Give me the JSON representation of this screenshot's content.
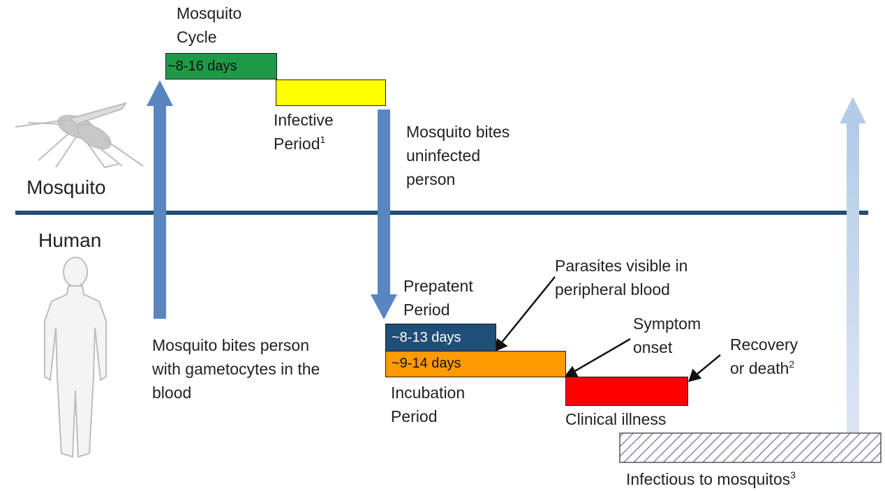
{
  "domain_labels": {
    "mosquito": "Mosquito",
    "human": "Human"
  },
  "mosquito_cycle": {
    "title": "Mosquito\nCycle",
    "green_box": "~8-16 days",
    "infective_label": "Infective\nPeriod",
    "infective_sup": "1",
    "bite_uninfected": "Mosquito bites\nuninfected\nperson"
  },
  "human_cycle": {
    "bite_gametocytes": "Mosquito bites person\nwith gametocytes in the\nblood",
    "prepatent_label": "Prepatent\nPeriod",
    "prepatent_box": "~8-13 days",
    "incubation_box": "~9-14 days",
    "incubation_label": "Incubation\nPeriod",
    "parasites_visible": "Parasites visible in\nperipheral blood",
    "symptom_onset": "Symptom\nonset",
    "recovery": "Recovery\nor death",
    "recovery_sup": "2",
    "clinical_illness": "Clinical illness",
    "infectious": "Infectious to mosquitos",
    "infectious_sup": "3"
  },
  "colors": {
    "divider": "#1f4e79",
    "arrow": "#5a86c0",
    "arrow_faded": "#bcd0e8",
    "green": "#1e9a47",
    "yellow": "#ffff00",
    "navy": "#1f4e79",
    "orange": "#ff9a00",
    "red": "#ff0000",
    "hatch": "#8a84a8"
  }
}
